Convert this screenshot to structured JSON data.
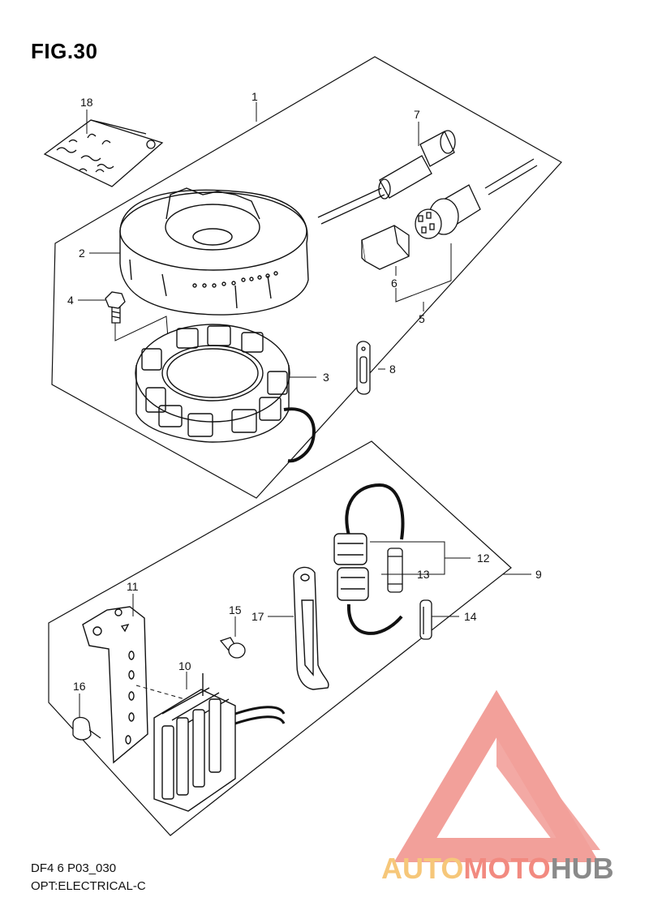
{
  "figure": {
    "title": "FIG.30",
    "code": "DF4 6 P03_030",
    "description": "OPT:ELECTRICAL-C"
  },
  "callouts": {
    "c1": "1",
    "c2": "2",
    "c3": "3",
    "c4": "4",
    "c5": "5",
    "c6": "6",
    "c7": "7",
    "c8": "8",
    "c9": "9",
    "c10": "10",
    "c11": "11",
    "c12": "12",
    "c13": "13",
    "c14": "14",
    "c15": "15",
    "c16": "16",
    "c17": "17",
    "c18": "18"
  },
  "watermark": {
    "part1": "AUTO",
    "part2": "MOTO",
    "part3": "HUB",
    "color_auto": "#f6c77a",
    "color_moto": "#f28a80",
    "color_hub": "#8a8a8a",
    "color_triangle": "#f2a09a"
  }
}
